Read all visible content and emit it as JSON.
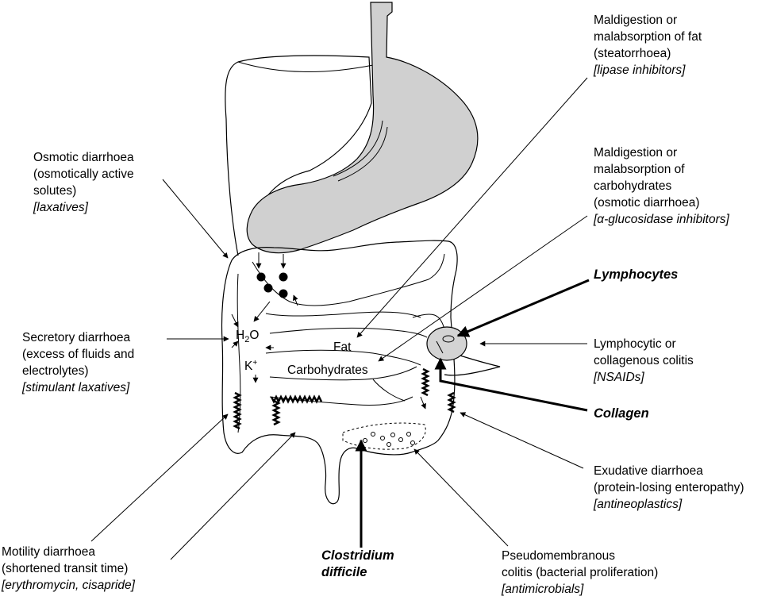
{
  "labels": {
    "osmotic": {
      "line1": "Osmotic diarrhoea",
      "line2": "(osmotically active",
      "line3": "solutes)",
      "drug": "[laxatives]"
    },
    "secretory": {
      "line1": "Secretory diarrhoea",
      "line2": "(excess of fluids and",
      "line3": "electrolytes)",
      "drug": "[stimulant laxatives]"
    },
    "motility": {
      "line1": "Motility diarrhoea",
      "line2": "(shortened transit time)",
      "drug": "[erythromycin, cisapride]"
    },
    "fat": {
      "line1": "Maldigestion or",
      "line2": "malabsorption of fat",
      "line3": "(steatorrhoea)",
      "drug": "[lipase inhibitors]"
    },
    "carbs": {
      "line1": "Maldigestion or",
      "line2": "malabsorption of",
      "line3": "carbohydrates",
      "line4": "(osmotic diarrhoea)",
      "drug": "[α-glucosidase inhibitors]"
    },
    "lymphocytes": "Lymphocytes",
    "lymphocytic": {
      "line1": "Lymphocytic or",
      "line2": "collagenous colitis",
      "drug": "[NSAIDs]"
    },
    "collagen": "Collagen",
    "exudative": {
      "line1": "Exudative diarrhoea",
      "line2": "(protein-losing enteropathy)",
      "drug": "[antineoplastics]"
    },
    "clostridium": {
      "line1": "Clostridium",
      "line2": "difficile"
    },
    "pseudomembranous": {
      "line1": "Pseudomembranous",
      "line2": "colitis (bacterial proliferation)",
      "drug": "[antimicrobials]"
    }
  },
  "inner": {
    "h2o_h": "H",
    "h2o_sub": "2",
    "h2o_o": "O",
    "k": "K",
    "k_sup": "+",
    "fat": "Fat",
    "carbohydrates": "Carbohydrates"
  },
  "colors": {
    "stomach": "#d0d0d0",
    "lymph_node": "#d3d3d3",
    "line": "#000000"
  }
}
